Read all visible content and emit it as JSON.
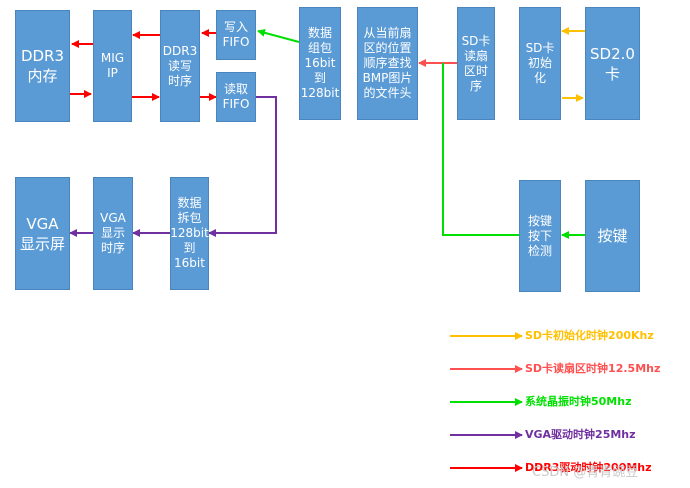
{
  "blocks": {
    "ddr3": "DDR3\n内存",
    "mig": "MIG IP",
    "ddr3_rw": "DDR3\n读写\n时序",
    "write_fifo": "写入\nFIFO",
    "read_fifo": "读取\nFIFO",
    "pack": "数据\n组包\n16bit\n到\n128bit",
    "bmp_search": "从当前扇\n区的位置\n顺序查找\nBMP图片\n的文件头",
    "sd_read": "SD卡\n读扇\n区时\n序",
    "sd_init": "SD卡\n初始\n化",
    "sd_card": "SD2.0\n卡",
    "key_detect": "按键\n按下\n检测",
    "key": "按键",
    "vga_screen": "VGA\n显示屏",
    "vga_timing": "VGA\n显示\n时序",
    "unpack": "数据\n拆包\n128bit\n到\n16bit"
  },
  "legend": [
    {
      "label": "SD卡初始化时钟200Khz",
      "color": "#ffc000"
    },
    {
      "label": "SD卡读扇区时钟12.5Mhz",
      "color": "#ff5050"
    },
    {
      "label": "系统晶振时钟50Mhz",
      "color": "#00e000"
    },
    {
      "label": "VGA驱动时钟25Mhz",
      "color": "#7030a0"
    },
    {
      "label": "DDR3驱动时钟200Mhz",
      "color": "#ff0000"
    }
  ],
  "watermark": "CSDN @青青豌豆"
}
